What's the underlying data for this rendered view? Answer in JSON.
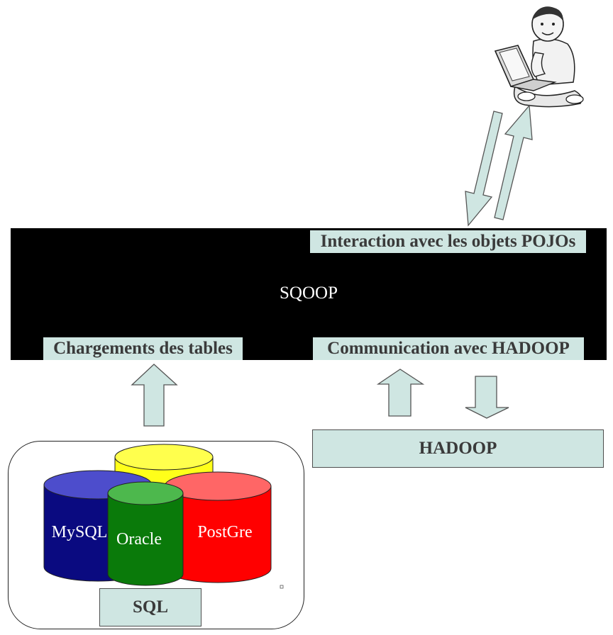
{
  "sqoop": {
    "title": "SQOOP",
    "pojo_label": "Interaction avec les objets POJOs",
    "load_label": "Chargements des tables",
    "hadoop_comm_label": "Communication avec HADOOP"
  },
  "hadoop": {
    "label": "HADOOP"
  },
  "sql": {
    "label": "SQL",
    "databases": [
      "MySQL",
      "Oracle",
      "PostGre"
    ]
  },
  "colors": {
    "label_fill": "#cfe6e2",
    "mysql": "#0a0a80",
    "oracle": "#0a7a0a",
    "postgre": "#ff0000",
    "yellow_db": "#ffff1a"
  }
}
